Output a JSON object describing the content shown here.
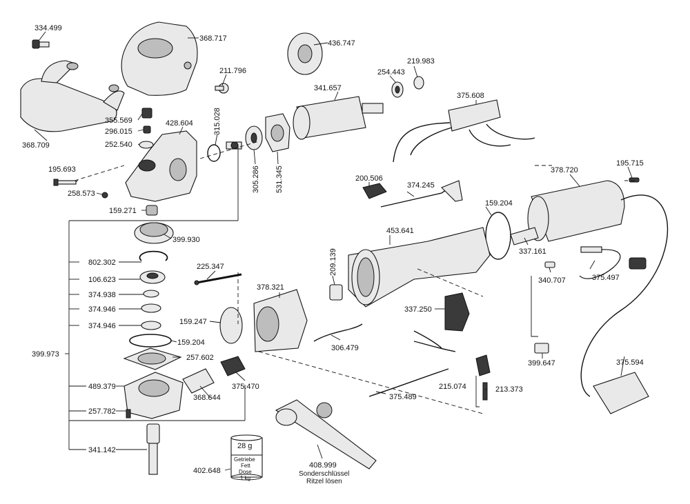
{
  "labels": {
    "p334_499": "334.499",
    "p368_717": "368.717",
    "p211_796": "211.796",
    "p368_709": "368.709",
    "p355_569": "355.569",
    "p296_015": "296.015",
    "p252_540": "252.540",
    "p428_604": "428.604",
    "p315_028": "315.028",
    "p305_286": "305.286",
    "p531_345": "531.345",
    "p195_693": "195.693",
    "p258_573": "258.573",
    "p159_271": "159.271",
    "p436_747": "436.747",
    "p219_983": "219.983",
    "p254_443": "254.443",
    "p341_657": "341.657",
    "p375_608": "375.608",
    "p200_506": "200.506",
    "p374_245": "374.245",
    "p378_720": "378.720",
    "p195_715": "195.715",
    "p159_204_top": "159.204",
    "p453_641": "453.641",
    "p337_161": "337.161",
    "p340_707": "340.707",
    "p375_497": "375.497",
    "p209_139": "209.139",
    "p399_930": "399.930",
    "p802_302": "802.302",
    "p225_347": "225.347",
    "p378_321": "378.321",
    "p106_623": "106.623",
    "p374_938": "374.938",
    "p374_946_a": "374.946",
    "p374_946_b": "374.946",
    "p159_247": "159.247",
    "p159_204_mid": "159.204",
    "p337_250": "337.250",
    "p306_479": "306.479",
    "p399_973": "399.973",
    "p257_602": "257.602",
    "p399_647": "399.647",
    "p375_594": "375.594",
    "p489_379": "489.379",
    "p375_470": "375.470",
    "p215_074": "215.074",
    "p213_373": "213.373",
    "p375_489": "375.489",
    "p257_782": "257.782",
    "p368_644": "368.644",
    "p341_142": "341.142",
    "p402_648": "402.648",
    "p408_999": "408.999",
    "tool_note_1": "Sonderschlüssel",
    "tool_note_2": "Ritzel lösen",
    "grease_amount": "28 g",
    "grease_line1": "Getriebe",
    "grease_line2": "Fett",
    "grease_line3": "Dose",
    "grease_line4": "1 kg"
  }
}
